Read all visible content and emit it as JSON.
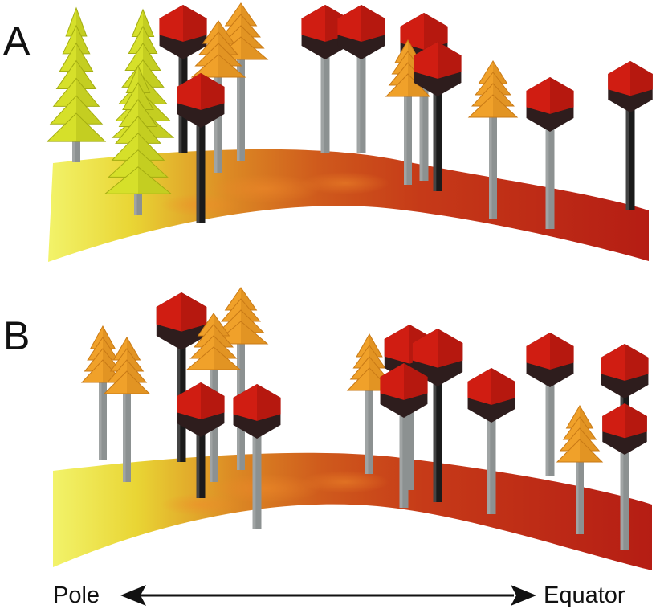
{
  "panels": [
    {
      "id": "A",
      "label": "A"
    },
    {
      "id": "B",
      "label": "B"
    }
  ],
  "axis": {
    "left_label": "Pole",
    "right_label": "Equator"
  },
  "colors": {
    "ground_pole": "#eef04a",
    "ground_mid": "#d6551c",
    "ground_equator": "#b81f16",
    "conifer": "#d6e02a",
    "conifer_dark": "#a3ad12",
    "deciduous": "#f0a12a",
    "deciduous_dark": "#c97a16",
    "tropical_top": "#d01d12",
    "tropical_bottom": "#2e1d1d",
    "trunk_gray": "#8c9191",
    "trunk_black": "#1b1b1b"
  },
  "icons": [
    "conifer-tree-icon",
    "deciduous-tree-icon",
    "tropical-tree-icon",
    "double-arrow-icon"
  ]
}
